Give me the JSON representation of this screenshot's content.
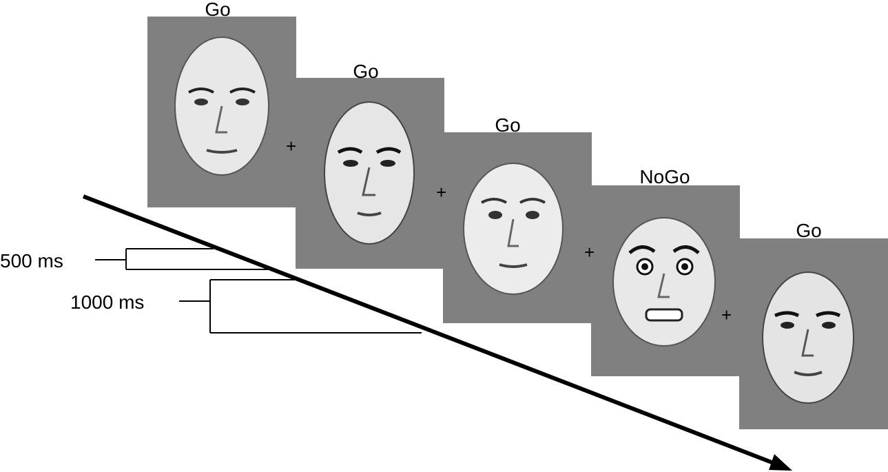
{
  "trials": [
    {
      "label": "Go"
    },
    {
      "label": "Go"
    },
    {
      "label": "Go"
    },
    {
      "label": "NoGo"
    },
    {
      "label": "Go"
    }
  ],
  "fixation_symbol": "+",
  "timing": {
    "fixation_duration": "500 ms",
    "stimulus_duration": "1000 ms"
  },
  "colors": {
    "panel_background": "#808080",
    "face_skin": "#e6e6e6",
    "arrow": "#000000"
  },
  "icons": {
    "timeline": "arrow-right-down"
  }
}
